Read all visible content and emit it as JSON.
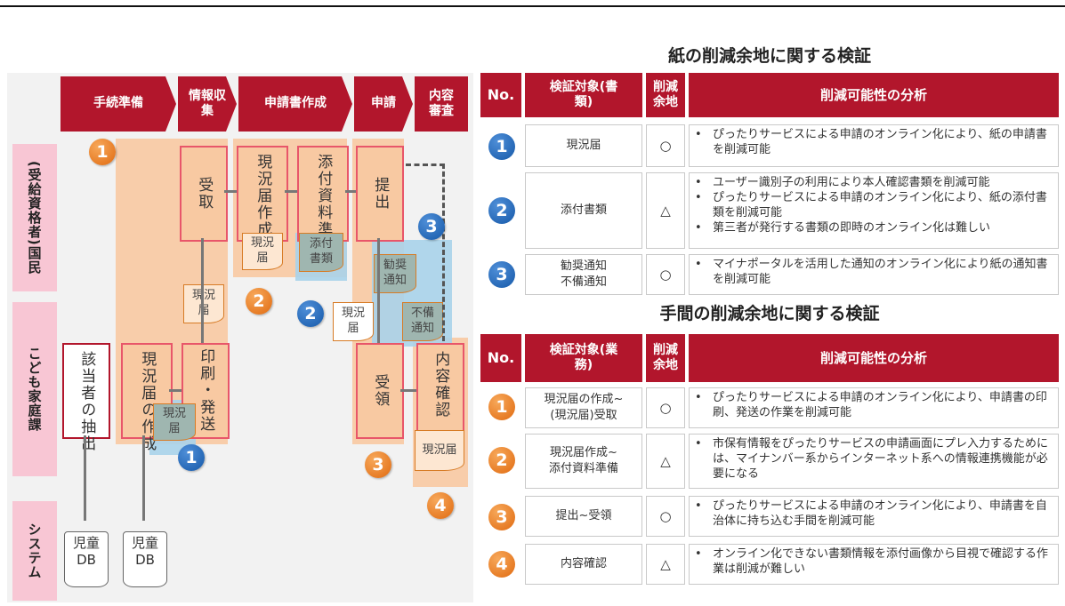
{
  "phases": [
    "手続準備",
    "情報収集",
    "申請書作成",
    "申請",
    "内容審査"
  ],
  "lanes": {
    "citizen": "(受給資格者)国民",
    "office": "こども家庭課",
    "system": "システム"
  },
  "boxes": {
    "uketori": "受取",
    "sakusei": "現況届作成",
    "tenpu": "添付資料準備",
    "teishutsu": "提出",
    "gaitou": "該当者の抽出",
    "genkyo_sakusei": "現況届の作成",
    "insatsu": "印刷・発送",
    "juryo": "受領",
    "naiyou": "内容確認"
  },
  "docs": {
    "genkyo1": "現況届",
    "tenpu_shorui": "添付書類",
    "genkyo2": "現況届",
    "kansho": "勧奨通知",
    "genkyo3": "現況届",
    "fubi": "不備通知",
    "genkyo4": "現況届",
    "genkyo5": "現況届"
  },
  "db_labels": [
    "児童DB",
    "児童DB"
  ],
  "markers": [
    "1",
    "2",
    "3",
    "4"
  ],
  "paper_table": {
    "title": "紙の削減余地に関する検証",
    "headers": [
      "No.",
      "検証対象(書類)",
      "削減余地",
      "削減可能性の分析"
    ],
    "rows": [
      {
        "no": "1",
        "target": "現況届",
        "room": "○",
        "analysis": [
          "ぴったりサービスによる申請のオンライン化により、紙の申請書を削減可能"
        ]
      },
      {
        "no": "2",
        "target": "添付書類",
        "room": "△",
        "analysis": [
          "ユーザー識別子の利用により本人確認書類を削減可能",
          "ぴったりサービスによる申請のオンライン化により、紙の添付書類を削減可能",
          "第三者が発行する書類の即時のオンライン化は難しい"
        ]
      },
      {
        "no": "3",
        "target": "勧奨通知\n不備通知",
        "room": "○",
        "analysis": [
          "マイナポータルを活用した通知のオンライン化により紙の通知書を削減可能"
        ]
      }
    ]
  },
  "effort_table": {
    "title": "手間の削減余地に関する検証",
    "headers": [
      "No.",
      "検証対象(業務)",
      "削減余地",
      "削減可能性の分析"
    ],
    "rows": [
      {
        "no": "1",
        "target": "現況届の作成~\n(現況届)受取",
        "room": "○",
        "analysis": [
          "ぴったりサービスによる申請のオンライン化により、申請書の印刷、発送の作業を削減可能"
        ]
      },
      {
        "no": "2",
        "target": "現況届作成~\n添付資料準備",
        "room": "△",
        "analysis": [
          "市保有情報をぴったりサービスの申請画面にプレ入力するためには、マイナンバー系からインターネット系への情報連携機能が必要になる"
        ]
      },
      {
        "no": "3",
        "target": "提出~受領",
        "room": "○",
        "analysis": [
          "ぴったりサービスによる申請のオンライン化により、申請書を自治体に持ち込む手間を削減可能"
        ]
      },
      {
        "no": "4",
        "target": "内容確認",
        "room": "△",
        "analysis": [
          "オンライン化できない書類情報を添付画像から目視で確認する作業は削減が難しい"
        ]
      }
    ]
  },
  "colors": {
    "accent": "#b2162c",
    "orange": "#e06a10",
    "blue": "#1558a8",
    "peach": "#f8c9a2",
    "lane": "#f8c6d4"
  }
}
